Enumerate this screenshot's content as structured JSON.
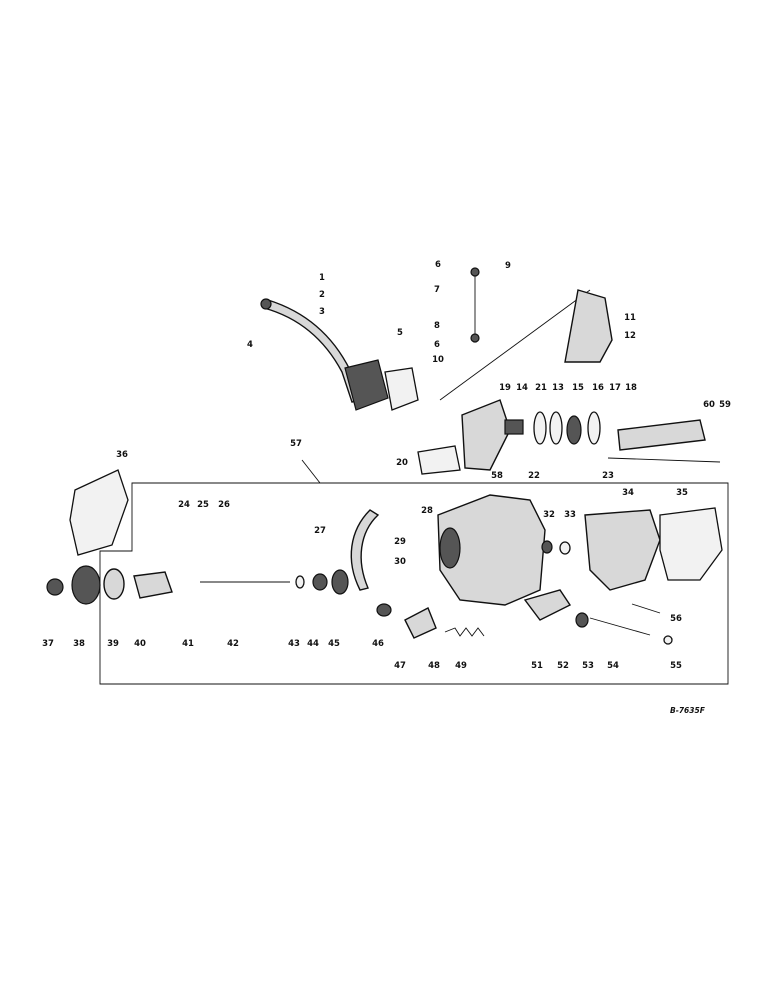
{
  "diagram": {
    "drawing_code": "B-7635F",
    "labels": [
      "1",
      "2",
      "3",
      "4",
      "5",
      "6",
      "9",
      "7",
      "8",
      "6",
      "10",
      "11",
      "12",
      "19",
      "14",
      "21",
      "13",
      "15",
      "16",
      "17",
      "18",
      "60",
      "59",
      "20",
      "58",
      "22",
      "23",
      "36",
      "57",
      "24",
      "25",
      "26",
      "28",
      "32",
      "33",
      "34",
      "35",
      "27",
      "29",
      "30",
      "56",
      "37",
      "38",
      "39",
      "40",
      "41",
      "42",
      "43",
      "44",
      "45",
      "46",
      "47",
      "48",
      "49",
      "51",
      "52",
      "53",
      "54",
      "55"
    ]
  }
}
